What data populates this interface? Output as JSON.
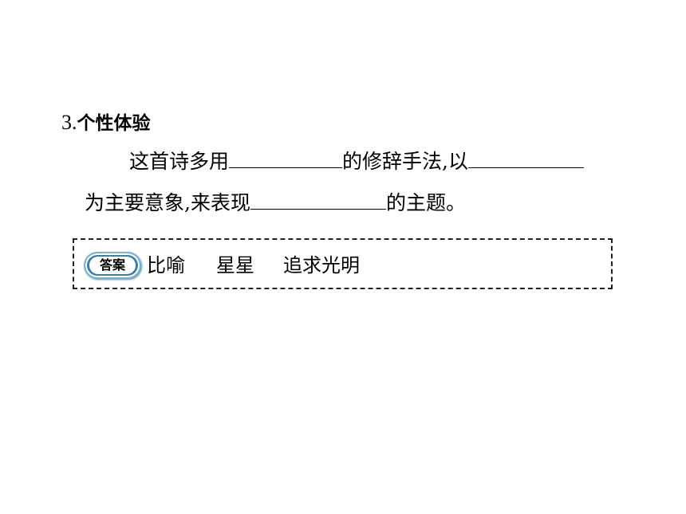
{
  "question": {
    "number": "3.",
    "title": "个性体验",
    "line1": {
      "part1": "这首诗多用",
      "part2": "的修辞手法,以"
    },
    "line2": {
      "part1": "为主要意象,来表现",
      "part2": "的主题。"
    }
  },
  "answer": {
    "badge": "答案",
    "items": [
      "比喻",
      "星星",
      "追求光明"
    ]
  }
}
